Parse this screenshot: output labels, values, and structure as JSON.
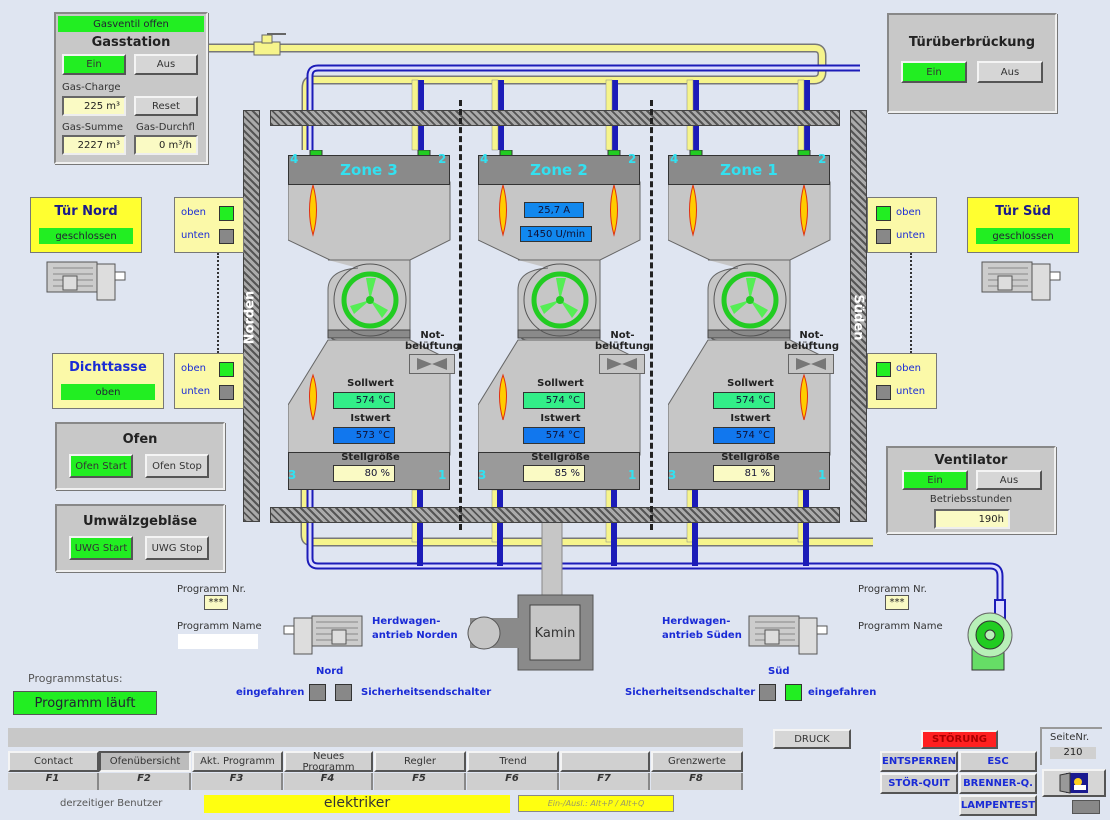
{
  "gasstation": {
    "status": "Gasventil offen",
    "title": "Gasstation",
    "on_label": "Ein",
    "off_label": "Aus",
    "charge_label": "Gas-Charge",
    "charge_value": "225 m³",
    "reset_label": "Reset",
    "sum_label": "Gas-Summe",
    "sum_value": "2227 m³",
    "flow_label": "Gas-Durchfl",
    "flow_value": "0 m³/h"
  },
  "door_bypass": {
    "title": "Türüberbrückung",
    "on_label": "Ein",
    "off_label": "Aus"
  },
  "door_north": {
    "title": "Tür Nord",
    "status": "geschlossen",
    "oben": "oben",
    "unten": "unten"
  },
  "door_south": {
    "title": "Tür Süd",
    "status": "geschlossen",
    "oben": "oben",
    "unten": "unten"
  },
  "seal_cup": {
    "title": "Dichttasse",
    "status": "oben",
    "oben": "oben",
    "unten": "unten"
  },
  "south_seal": {
    "oben": "oben",
    "unten": "unten"
  },
  "oven": {
    "title": "Ofen",
    "start_label": "Ofen Start",
    "stop_label": "Ofen Stop"
  },
  "circulation": {
    "title": "Umwälzgebläse",
    "start_label": "UWG Start",
    "stop_label": "UWG Stop"
  },
  "ventilator": {
    "title": "Ventilator",
    "on_label": "Ein",
    "off_label": "Aus",
    "hours_label": "Betriebsstunden",
    "hours_value": "190h"
  },
  "walls": {
    "north": "Norden",
    "south": "Süden"
  },
  "zones": [
    {
      "name": "Zone 3",
      "burners": [
        "4",
        "2",
        "3",
        "1"
      ],
      "emergency_label": "Not-\nbelüftung",
      "setpoint_label": "Sollwert",
      "setpoint": "574 °C",
      "actual_label": "Istwert",
      "actual": "573 °C",
      "output_label": "Stellgröße",
      "output": "80 %"
    },
    {
      "name": "Zone 2",
      "burners": [
        "4",
        "2",
        "3",
        "1"
      ],
      "current": "25,7 A",
      "speed": "1450 U/min",
      "emergency_label": "Not-\nbelüftung",
      "setpoint_label": "Sollwert",
      "setpoint": "574 °C",
      "actual_label": "Istwert",
      "actual": "574 °C",
      "output_label": "Stellgröße",
      "output": "85 %"
    },
    {
      "name": "Zone 1",
      "burners": [
        "4",
        "2",
        "3",
        "1"
      ],
      "emergency_label": "Not-\nbelüftung",
      "setpoint_label": "Sollwert",
      "setpoint": "574 °C",
      "actual_label": "Istwert",
      "actual": "574 °C",
      "output_label": "Stellgröße",
      "output": "81 %"
    }
  ],
  "program_left": {
    "nr_label": "Programm Nr.",
    "nr_value": "***",
    "name_label": "Programm Name",
    "name_value": ""
  },
  "program_right": {
    "nr_label": "Programm Nr.",
    "nr_value": "***",
    "name_label": "Programm Name"
  },
  "drive_north": {
    "label1": "Herdwagen-",
    "label2": "antrieb Norden",
    "side": "Nord",
    "retracted": "eingefahren",
    "limit_switch": "Sicherheitsendschalter"
  },
  "drive_south": {
    "label1": "Herdwagen-",
    "label2": "antrieb Süden",
    "side": "Süd",
    "retracted": "eingefahren",
    "limit_switch": "Sicherheitsendschalter"
  },
  "chimney": {
    "label": "Kamin"
  },
  "program_status": {
    "label": "Programmstatus:",
    "value": "Programm läuft"
  },
  "fkeys": [
    {
      "label": "Contact",
      "key": "F1"
    },
    {
      "label": "Ofenübersicht",
      "key": "F2"
    },
    {
      "label": "Akt. Programm",
      "key": "F3"
    },
    {
      "label": "Neues Programm",
      "key": "F4"
    },
    {
      "label": "Regler",
      "key": "F5"
    },
    {
      "label": "Trend",
      "key": "F6"
    },
    {
      "label": "",
      "key": "F7"
    },
    {
      "label": "Grenzwerte",
      "key": "F8"
    }
  ],
  "footer": {
    "user_label": "derzeitiger Benutzer",
    "user_value": "elektriker",
    "login_hint": "Ein-/Ausl.: Alt+P  /  Alt+Q",
    "print_label": "DRUCK",
    "fault_label": "STÖRUNG",
    "unlock_label": "ENTSPERREN",
    "esc_label": "ESC",
    "fault_ack_label": "STÖR-QUIT",
    "burner_ack_label": "BRENNER-Q.",
    "lamp_test_label": "LAMPENTEST",
    "page_label": "SeiteNr.",
    "page_value": "210"
  },
  "colors": {
    "on_green": "#22ee22",
    "fault_red": "#ff2020",
    "value_yellow": "#fafac4",
    "label_blue": "#1a2bd6",
    "zone_cyan": "#33e0f0"
  }
}
